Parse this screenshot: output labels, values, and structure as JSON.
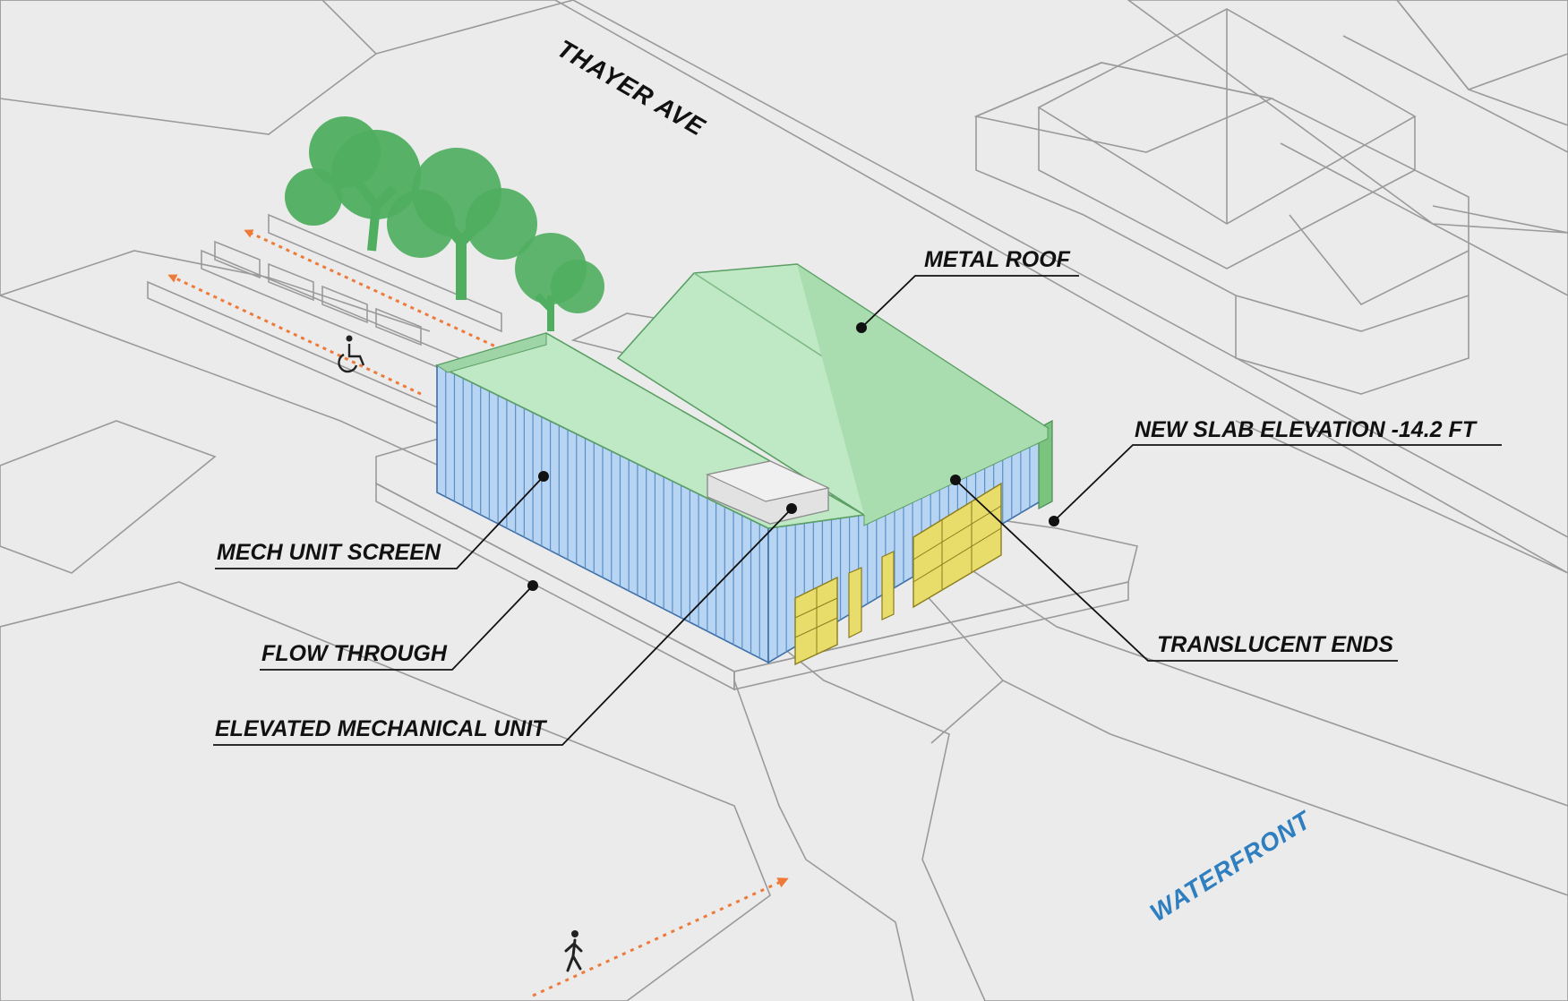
{
  "labels": {
    "street": "THAYER AVE",
    "waterfront": "WATERFRONT",
    "metal_roof": "METAL ROOF",
    "new_slab": "NEW SLAB ELEVATION -14.2 FT",
    "mech_unit_screen": "MECH UNIT SCREEN",
    "flow_through": "FLOW THROUGH",
    "elevated_mech": "ELEVATED MECHANICAL UNIT",
    "translucent_ends": "TRANSLUCENT ENDS"
  },
  "colors": {
    "ground": "#ebebeb",
    "pavement": "#f6f6f6",
    "roof": "#bfe8c4",
    "wall": "#b7d4f2",
    "translucent": "#e8dc6a",
    "tree": "#4fae5f",
    "arrow": "#ee7a3a",
    "waterfront": "#2f7fc0"
  },
  "icons": [
    "wheelchair-icon",
    "pedestrian-icon"
  ]
}
